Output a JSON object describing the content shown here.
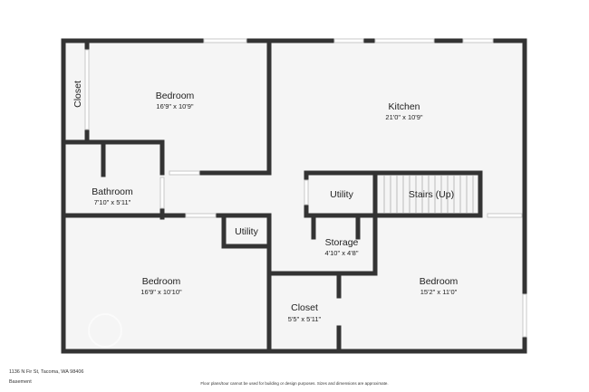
{
  "rooms": {
    "closet_top": {
      "name": "Closet"
    },
    "bedroom_top": {
      "name": "Bedroom",
      "dims": "16'9\" x 10'9\""
    },
    "kitchen": {
      "name": "Kitchen",
      "dims": "21'0\" x 10'9\""
    },
    "bathroom": {
      "name": "Bathroom",
      "dims": "7'10\" x 5'11\""
    },
    "utility_right": {
      "name": "Utility"
    },
    "stairs": {
      "name": "Stairs (Up)"
    },
    "utility_small": {
      "name": "Utility"
    },
    "storage": {
      "name": "Storage",
      "dims": "4'10\" x 4'8\""
    },
    "bedroom_bottom_left": {
      "name": "Bedroom",
      "dims": "16'9\" x 10'10\""
    },
    "bedroom_bottom_right": {
      "name": "Bedroom",
      "dims": "15'2\" x 11'0\""
    },
    "closet_bottom": {
      "name": "Closet",
      "dims": "5'5\" x 5'11\""
    }
  },
  "footer": {
    "address": "1136 N Fir St, Tacoma, WA 98406",
    "level": "Basement",
    "disclaimer": "Floor plans/tour cannot be used for building or design purposes. Sizes and dimensions are approximate."
  },
  "colors": {
    "wall": "#333333",
    "floor": "#f5f5f5",
    "window": "#d4d4d4"
  }
}
